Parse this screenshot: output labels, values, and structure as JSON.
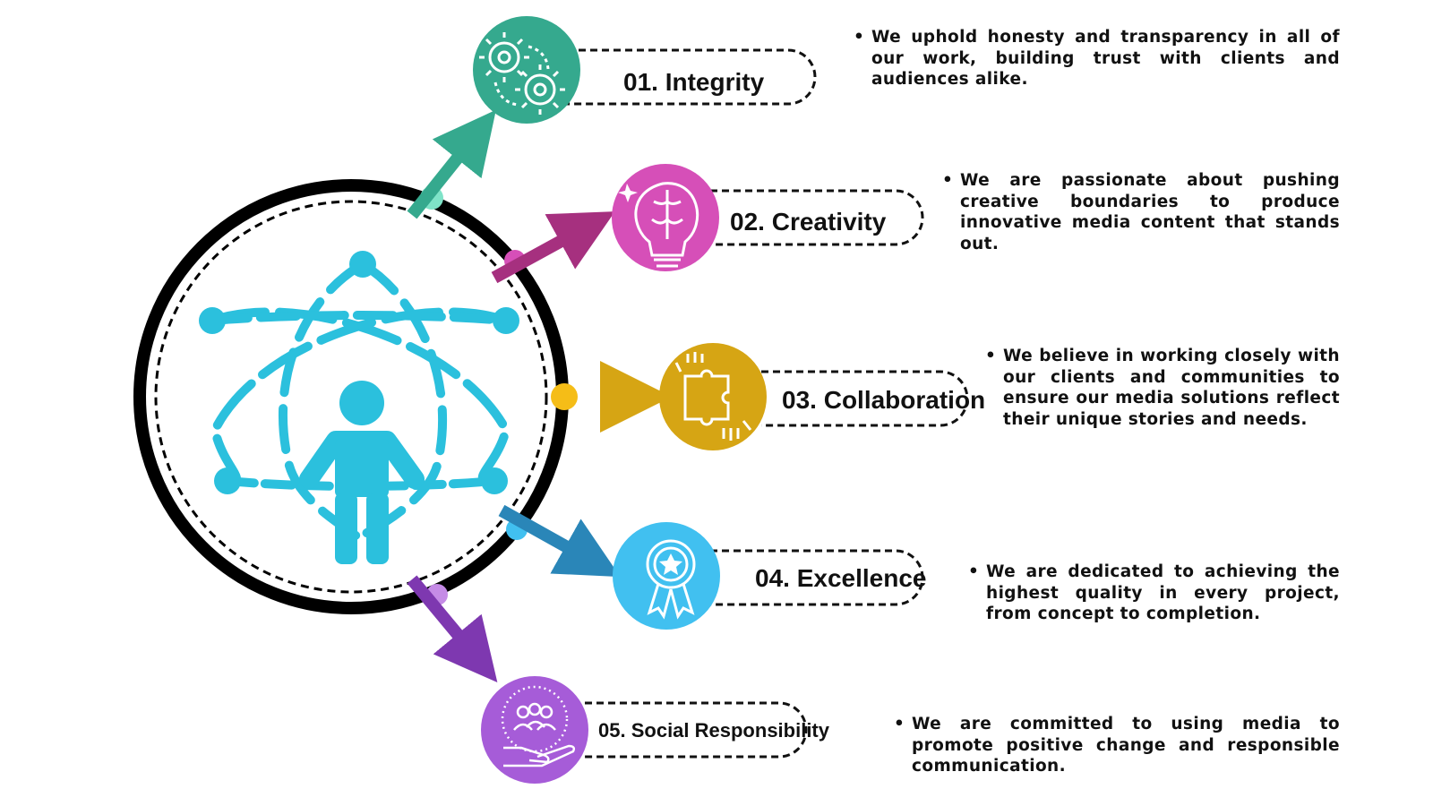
{
  "colors": {
    "integrity": "#35A98E",
    "creativity": "#D64FB8",
    "collaboration": "#D6A514",
    "excellence": "#41C0F0",
    "social": "#A65CD8",
    "figure": "#2BC0DD",
    "ring": "#000000"
  },
  "center": {
    "icon": "atom-person-icon"
  },
  "values": [
    {
      "number": "01.",
      "title": "Integrity",
      "icon": "gears-icon",
      "description": "We uphold honesty and transparency in all of our work, building trust with clients and audiences alike."
    },
    {
      "number": "02.",
      "title": "Creativity",
      "icon": "brain-lightbulb-icon",
      "description": "We are passionate about pushing creative boundaries to produce innovative media content that stands out."
    },
    {
      "number": "03.",
      "title": "Collaboration",
      "icon": "puzzle-hands-icon",
      "description": "We believe in working closely with our clients and communities to ensure our media solutions reflect their unique stories and needs."
    },
    {
      "number": "04.",
      "title": "Excellence",
      "icon": "award-ribbon-icon",
      "description": "We are dedicated to achieving the highest quality in every project, from concept to completion."
    },
    {
      "number": "05.",
      "title": "Social Responsibility",
      "icon": "community-hand-icon",
      "description": "We are committed to using media to promote positive change and responsible communication."
    }
  ]
}
